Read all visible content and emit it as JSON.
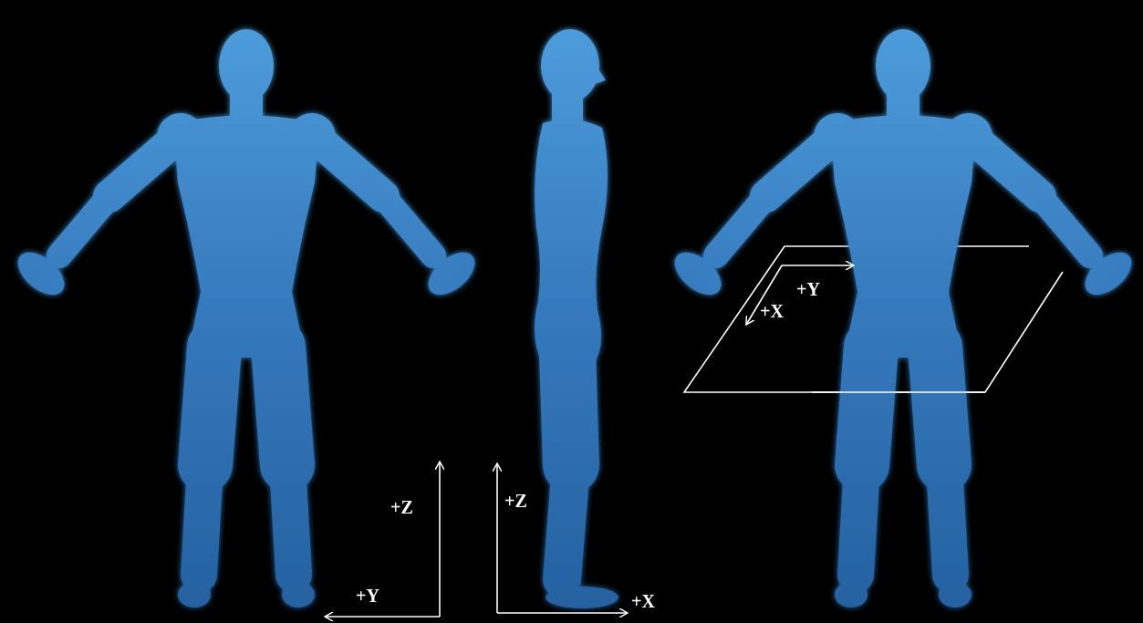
{
  "diagram": {
    "labels": [
      "+Z",
      "+Y",
      "+Z",
      "+X",
      "+Y",
      "+X"
    ]
  }
}
